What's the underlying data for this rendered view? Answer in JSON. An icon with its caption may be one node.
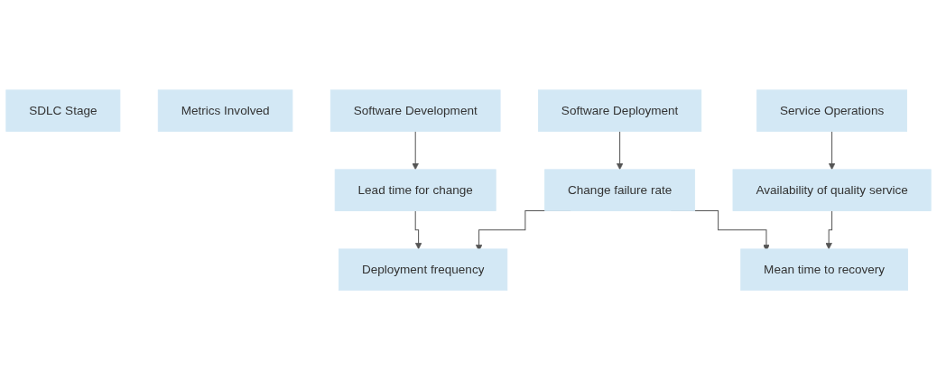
{
  "diagram": {
    "nodes": [
      {
        "text": [
          "SDLC Stage"
        ]
      },
      {
        "text": [
          "Metrics Involved"
        ]
      },
      {
        "text": [
          "Software Development"
        ]
      },
      {
        "text": [
          "Software Deployment"
        ]
      },
      {
        "text": [
          "Service Operations"
        ]
      },
      {
        "text": [
          "Lead time for change"
        ]
      },
      {
        "text": [
          "Change failure rate"
        ]
      },
      {
        "text": [
          "Availability of quality service"
        ]
      },
      {
        "text": [
          "Deployment frequency"
        ]
      },
      {
        "text": [
          "Mean time to recovery"
        ]
      }
    ],
    "edges": [
      {
        "from": 2,
        "to": 5,
        "arrow": "to"
      },
      {
        "from": 3,
        "to": 6,
        "arrow": "to"
      },
      {
        "from": 4,
        "to": 7,
        "arrow": "to"
      },
      {
        "from": 5,
        "to": 8,
        "arrow": "to"
      },
      {
        "from": 6,
        "to": 8,
        "arrow": "to"
      },
      {
        "from": 6,
        "to": 9,
        "arrow": "to"
      },
      {
        "from": 7,
        "to": 9,
        "arrow": "to"
      }
    ]
  }
}
